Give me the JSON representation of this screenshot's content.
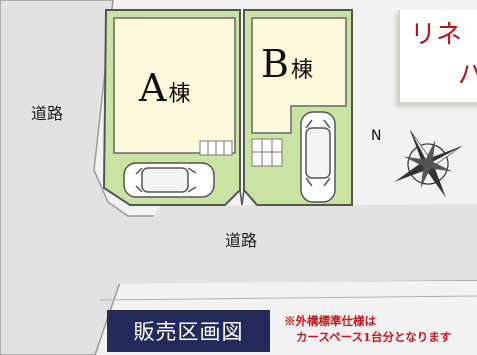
{
  "roads": {
    "left_label": "道路",
    "bottom_label": "道路"
  },
  "units": [
    {
      "letter": "A",
      "suffix": "棟"
    },
    {
      "letter": "B",
      "suffix": "棟"
    }
  ],
  "compass": {
    "north_label": "N"
  },
  "banner": {
    "line1": "リネ",
    "line2": "パ"
  },
  "title": "販売区画図",
  "note": {
    "line1": "※外構標準仕様は",
    "line2": "カースペース1台分となります"
  },
  "colors": {
    "lot_green": "#c9e4a2",
    "house_cream": "#fbf8dc",
    "road_gray": "#e2e2e2",
    "title_navy": "#242b5c",
    "note_red": "#c8161d",
    "banner_red": "#b4171d"
  }
}
